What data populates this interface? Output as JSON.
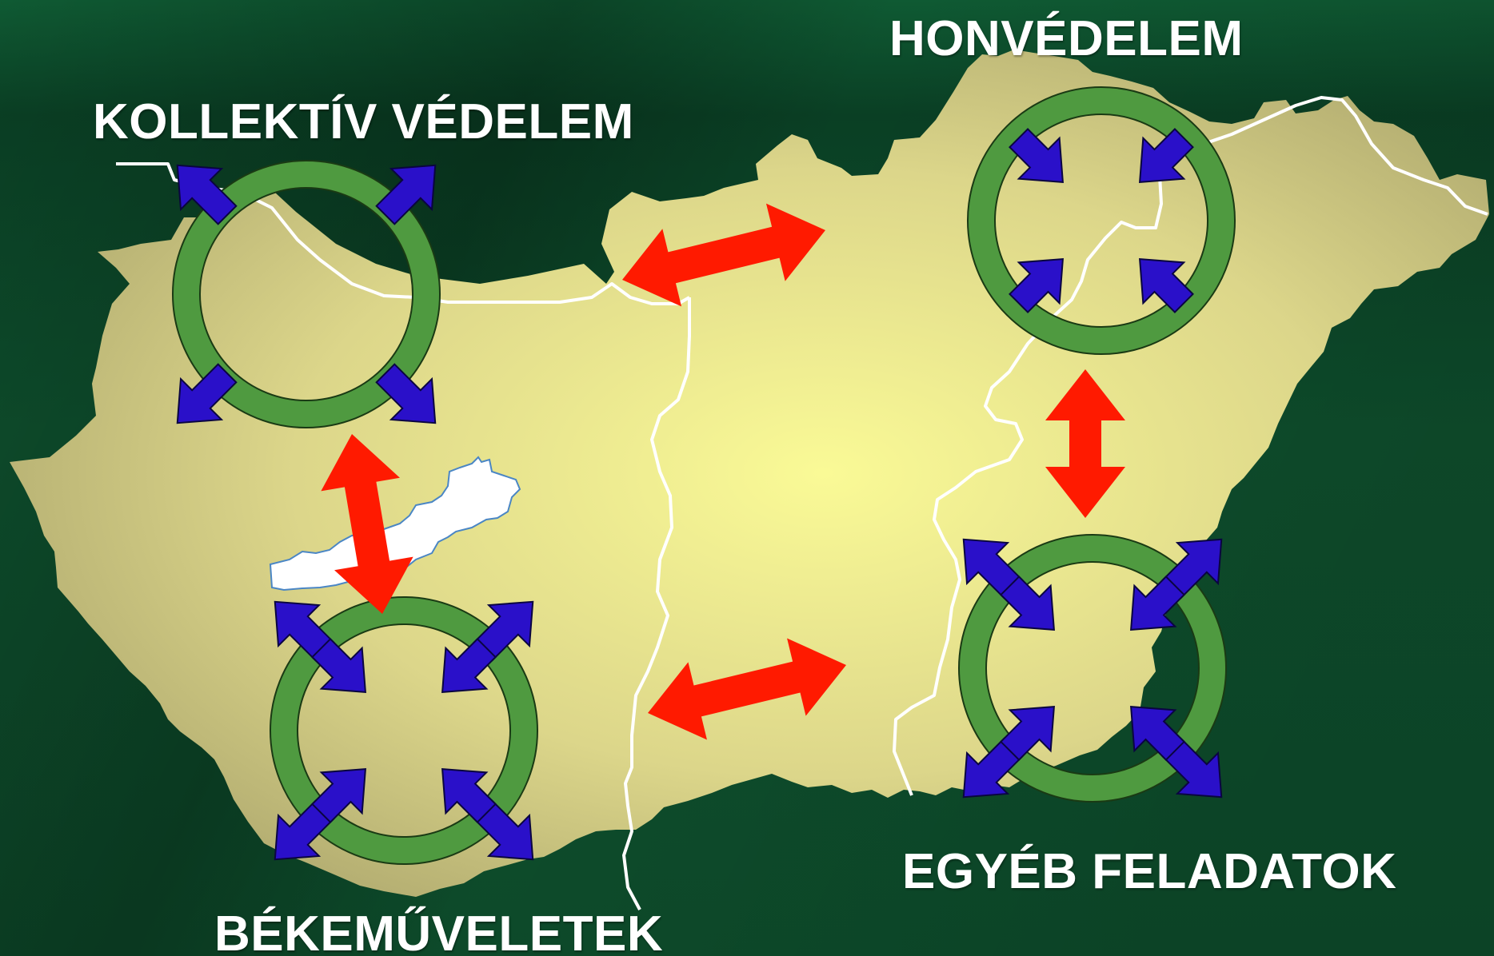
{
  "labels": {
    "top_right": "HONVÉDELEM",
    "top_left": "KOLLEKTÍV VÉDELEM",
    "bottom_right": "EGYÉB FELADATOK",
    "bottom_left": "BÉKEMŰVELETEK"
  },
  "colors": {
    "background": "#0e4d2c",
    "map_fill_center": "#fafa96",
    "map_fill_edge": "#a9a36b",
    "ring": "#4f9a40",
    "small_arrow": "#2a10c9",
    "link_arrow": "#ff1a00",
    "lake": "#ffffff",
    "border_line": "#ffffff",
    "label_text": "#ffffff"
  },
  "rings": [
    {
      "id": "kollektiv",
      "arrows_direction": "outward"
    },
    {
      "id": "honvedelem",
      "arrows_direction": "inward"
    },
    {
      "id": "bekemuveletek",
      "arrows_direction": "both"
    },
    {
      "id": "egyeb",
      "arrows_direction": "both"
    }
  ],
  "links": [
    {
      "from": "kollektiv",
      "to": "honvedelem"
    },
    {
      "from": "kollektiv",
      "to": "bekemuveletek"
    },
    {
      "from": "honvedelem",
      "to": "egyeb"
    },
    {
      "from": "bekemuveletek",
      "to": "egyeb"
    }
  ]
}
